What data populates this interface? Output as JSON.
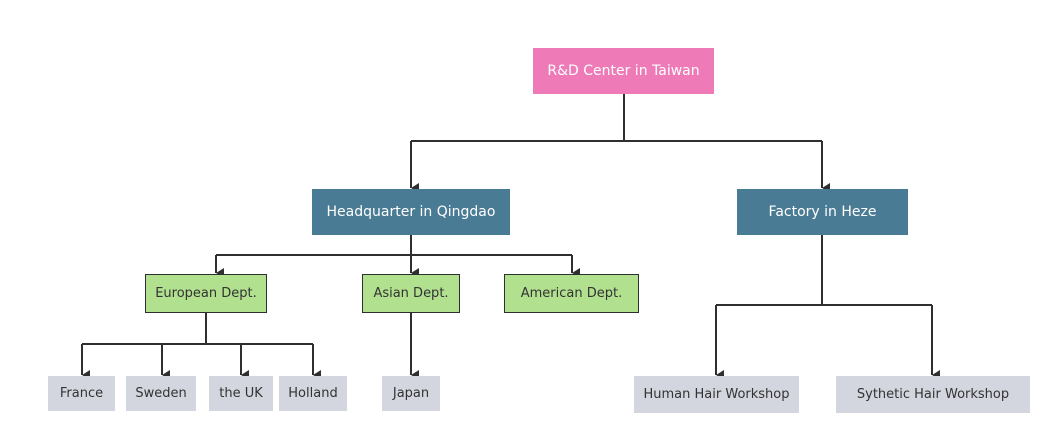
{
  "diagram": {
    "nodes": {
      "rd_center": "R&D Center in Taiwan",
      "headquarter": "Headquarter in Qingdao",
      "factory": "Factory in Heze",
      "european": "European Dept.",
      "asian": "Asian Dept.",
      "american": "American Dept.",
      "france": "France",
      "sweden": "Sweden",
      "uk": "the UK",
      "holland": "Holland",
      "japan": "Japan",
      "human_hair": "Human Hair Workshop",
      "synthetic_hair": "Sythetic Hair Workshop"
    },
    "edges": [
      [
        "rd_center",
        "headquarter"
      ],
      [
        "rd_center",
        "factory"
      ],
      [
        "headquarter",
        "european"
      ],
      [
        "headquarter",
        "asian"
      ],
      [
        "headquarter",
        "american"
      ],
      [
        "european",
        "france"
      ],
      [
        "european",
        "sweden"
      ],
      [
        "european",
        "uk"
      ],
      [
        "european",
        "holland"
      ],
      [
        "asian",
        "japan"
      ],
      [
        "factory",
        "human_hair"
      ],
      [
        "factory",
        "synthetic_hair"
      ]
    ],
    "colors": {
      "root": "#ee7ab7",
      "level1": "#4a7b94",
      "department": "#b1e08f",
      "leaf": "#d3d6de",
      "connector": "#2f2f2f"
    }
  }
}
